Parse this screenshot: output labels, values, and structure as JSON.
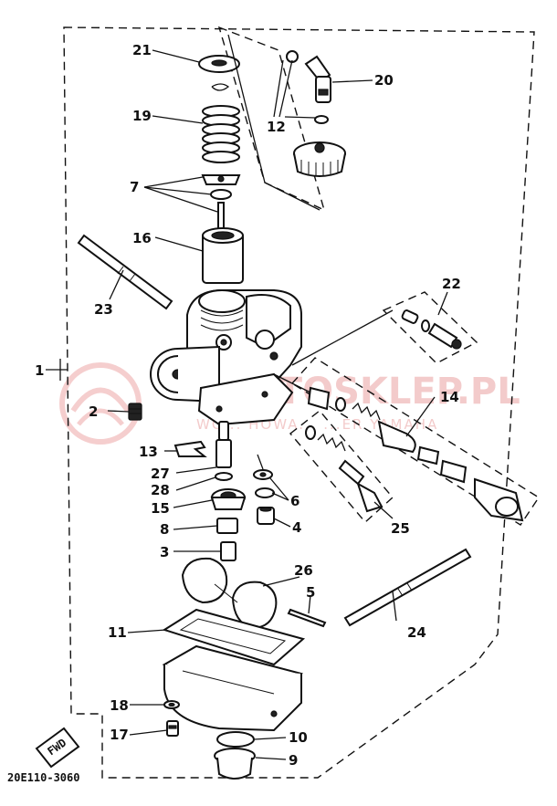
{
  "diagram": {
    "labels": [
      "1",
      "2",
      "3",
      "4",
      "5",
      "6",
      "7",
      "8",
      "9",
      "10",
      "11",
      "12",
      "13",
      "14",
      "15",
      "16",
      "17",
      "18",
      "19",
      "20",
      "21",
      "22",
      "23",
      "24",
      "25",
      "26",
      "27",
      "28"
    ],
    "part_code": "20E110-3060",
    "fwd_mark": "FWD",
    "watermark_main": "MOTOSKLEP.PL",
    "watermark_sub": "WO... HOWA... ...ER YAMAHA"
  }
}
